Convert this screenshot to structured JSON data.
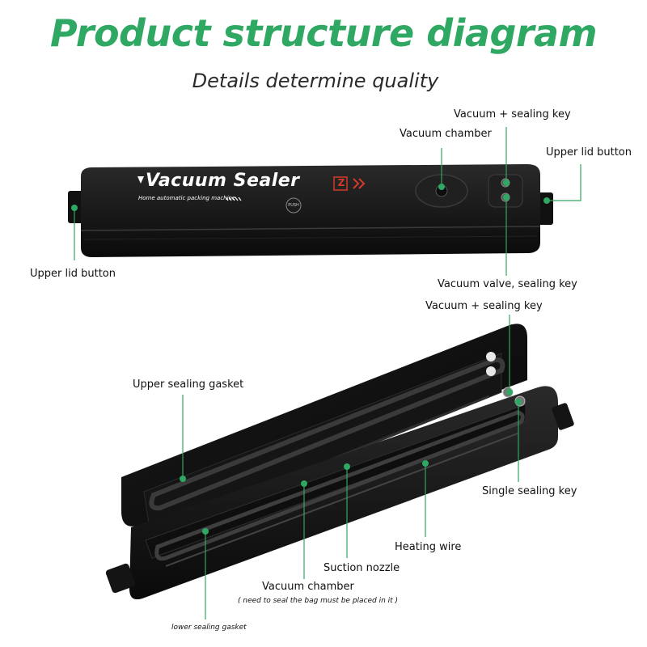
{
  "header": {
    "title": "Product structure diagram",
    "subtitle": "Details determine quality"
  },
  "device": {
    "brand": "Vacuum Sealer",
    "brand_badge": "Z",
    "tagline": "Home automatic packing machine",
    "push_label": "PUSH"
  },
  "callouts": {
    "vacuum_sealing_key_top": "Vacuum + sealing key",
    "vacuum_chamber_top": "Vacuum chamber",
    "upper_lid_button_right": "Upper lid button",
    "upper_lid_button_left": "Upper lid button",
    "vacuum_valve_sealing_key": "Vacuum valve, sealing key",
    "vacuum_sealing_key_bottom": "Vacuum + sealing key",
    "upper_sealing_gasket": "Upper sealing gasket",
    "single_sealing_key": "Single sealing key",
    "heating_wire": "Heating wire",
    "suction_nozzle": "Suction nozzle",
    "vacuum_chamber_bottom": "Vacuum chamber",
    "vacuum_chamber_note": "( need to seal the bag must be placed in it )",
    "lower_sealing_gasket": "lower sealing gasket"
  },
  "colors": {
    "accent": "#2ea862",
    "device_body": "#1a1a1a"
  }
}
